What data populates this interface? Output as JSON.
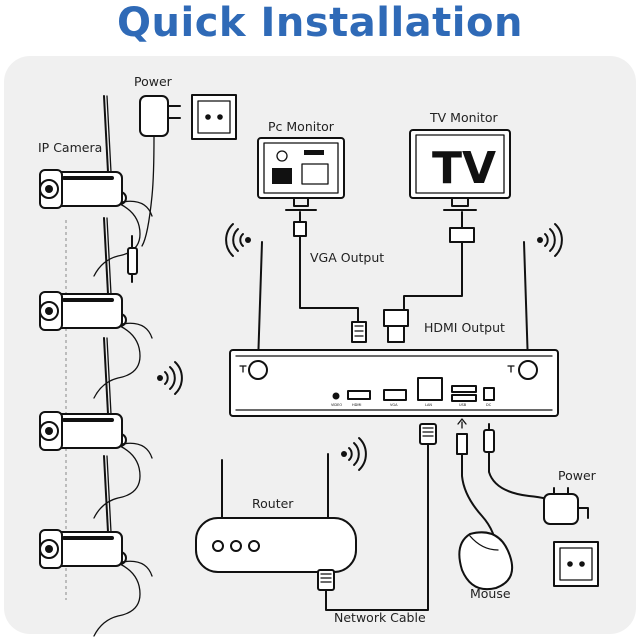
{
  "title": "Quick Installation",
  "colors": {
    "title": "#2f6ab7",
    "panel": "#f0f0f0",
    "line": "#111111"
  },
  "labels": {
    "power_top": "Power",
    "ip_camera": "IP Camera",
    "pc_monitor": "Pc Monitor",
    "tv_monitor": "TV Monitor",
    "tv_screen": "TV",
    "vga_output": "VGA Output",
    "hdmi_output": "HDMI Output",
    "router": "Router",
    "power_right": "Power",
    "mouse": "Mouse",
    "network_cable": "Network Cable"
  },
  "nvr_ports": [
    "VIDEO",
    "HDMI",
    "VGA",
    "LAN",
    "USB",
    "DC"
  ],
  "icons": [
    "wifi-icon",
    "power-adapter-icon",
    "wall-socket-icon",
    "ip-camera-icon",
    "pc-monitor-icon",
    "tv-monitor-icon",
    "nvr-recorder-icon",
    "router-icon",
    "mouse-icon",
    "rj45-connector-icon",
    "vga-connector-icon",
    "hdmi-connector-icon",
    "usb-connector-icon",
    "dc-plug-icon"
  ]
}
